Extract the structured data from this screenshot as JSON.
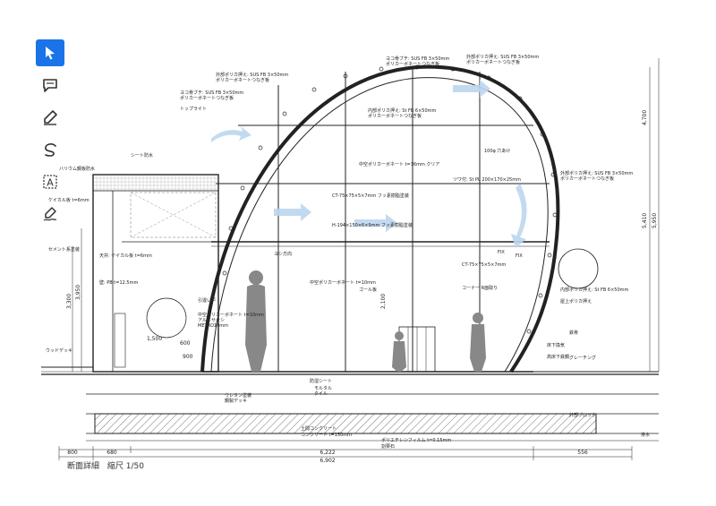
{
  "toolbar": {
    "tools": [
      {
        "name": "select",
        "icon": "cursor-icon",
        "active": true
      },
      {
        "name": "comment",
        "icon": "speech-bubble-icon",
        "active": false
      },
      {
        "name": "highlight",
        "icon": "pen-icon",
        "active": false
      },
      {
        "name": "draw",
        "icon": "freehand-icon",
        "active": false
      },
      {
        "name": "text",
        "icon": "text-box-icon",
        "active": false
      },
      {
        "name": "fill-sign",
        "icon": "signature-pen-icon",
        "active": false
      }
    ],
    "accent_color": "#1a73e8"
  },
  "caption": {
    "title": "断面詳細",
    "scale": "縮尺 1/50"
  },
  "dimensions": {
    "bottom": [
      "800",
      "680",
      "6,222",
      "6,902",
      "556"
    ],
    "right": [
      "4,700",
      "5,410",
      "5,950"
    ],
    "left": [
      "3,300",
      "3,950"
    ],
    "inner": [
      "1,500",
      "2,100",
      "900",
      "600"
    ]
  },
  "labels": [
    "ヨコ骨ブチ: SUS FB 3×50mm",
    "ポリカーボネートつなぎ板",
    "外部ポリカ押え: SUS FB 3×50mm",
    "ポリカーボネートつなぎ板",
    "ヨコ骨ブチ: SUS FB 3×50mm",
    "ポリカーボネートつなぎ板",
    "外部ポリカ押え: SUS FB 3×50mm",
    "ポリカーボネートつなぎ板",
    "トップライト",
    "内部ポリカ押え: St FB 6×50mm",
    "ポリカーボネートつなぎ板",
    "100φ 穴あけ",
    "中空ポリカーボネート t=16mm クリア",
    "CT-75×75×5×7mm フッ素樹脂塗装",
    "H-194×150×6×9mm フッ素樹脂塗装",
    "ツワ付: St PL 200×170×25mm",
    "外部ポリカ押え: SUS FB 3×50mm",
    "ポリカーボネートつなぎ板",
    "FIX",
    "CT-75×75×5×7mm",
    "コーナー R面取り",
    "中空ポリカーボネート t=10mm",
    "ゴール板",
    "内部ポリカ押え: St FB 6×50mm",
    "屋上ポリカ押え",
    "シート防水",
    "バリウム鋼板防水",
    "セメント系塗装",
    "ケイカル板 t=6mm",
    "天井: ケイカル板 t=6mm",
    "壁: PB t=12.5mm",
    "引違い戸",
    "中空ポリカーボネート t=10mm",
    "アルミサッシ",
    "METRO10mm",
    "ウッドデッキ",
    "土間コンクリート",
    "コンクリート t=150mm",
    "ポリエチレンフィルム t=0.15mm",
    "割栗石",
    "床下換気",
    "防湿シート",
    "高床下鉄鋼",
    "外部ブロック",
    "鉄骨",
    "ウレタン塗装",
    "鋼製デッキ",
    "ヨシ方向",
    "FIX",
    "排水",
    "モルタル",
    "タイル",
    "グレーチング"
  ]
}
